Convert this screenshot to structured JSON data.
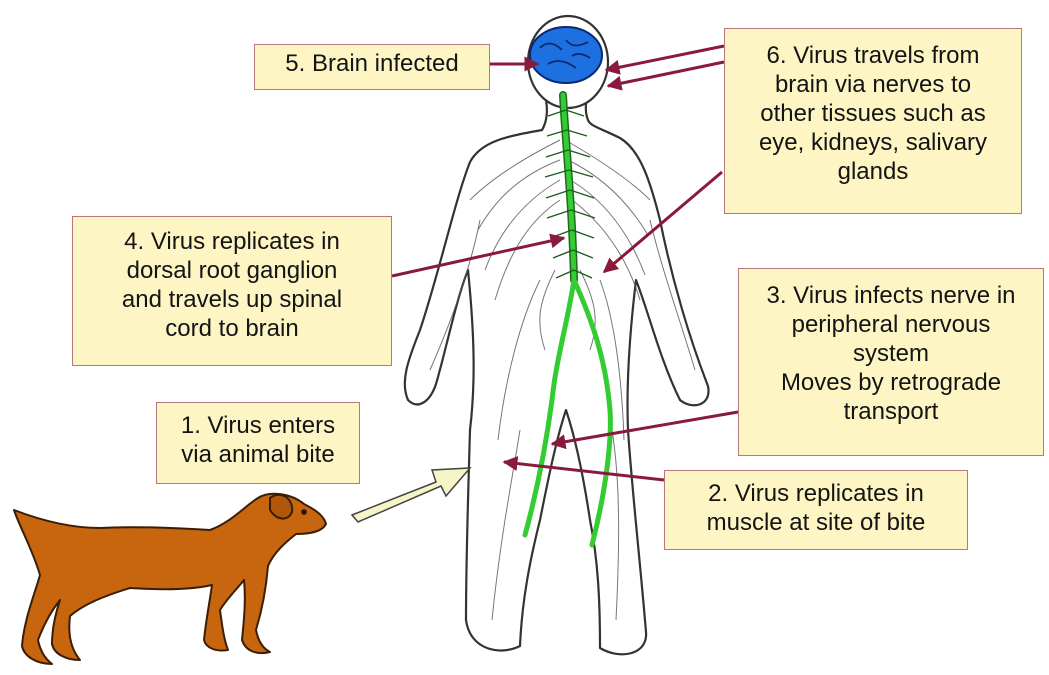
{
  "colors": {
    "label_fill": "#fdf5c4",
    "label_border": "#b9767b",
    "arrow": "#8a1a3c",
    "nerve_green": "#33cc33",
    "brain_blue": "#1e6fe0",
    "dog_brown": "#c8650f",
    "entry_arrow_fill": "#f6f5c8"
  },
  "icons": {
    "body": "human-nervous-system",
    "brain": "brain-icon",
    "dog": "dog-icon"
  },
  "labels": {
    "brain_infected": "5. Brain  infected",
    "travels_from_brain": [
      "6. Virus travels from",
      "brain via nerves to",
      "other tissues such as",
      "eye, kidneys, salivary",
      "glands"
    ],
    "replicates_drg": [
      "4. Virus replicates in",
      "dorsal root ganglion",
      "and travels up spinal",
      "cord to brain"
    ],
    "infects_nerve": [
      "3. Virus infects nerve in",
      "peripheral nervous",
      "system",
      "Moves by retrograde",
      "transport"
    ],
    "enters_bite": [
      "1. Virus enters",
      "via animal bite"
    ],
    "replicates_muscle": [
      "2. Virus replicates in",
      "muscle at site of bite"
    ]
  }
}
